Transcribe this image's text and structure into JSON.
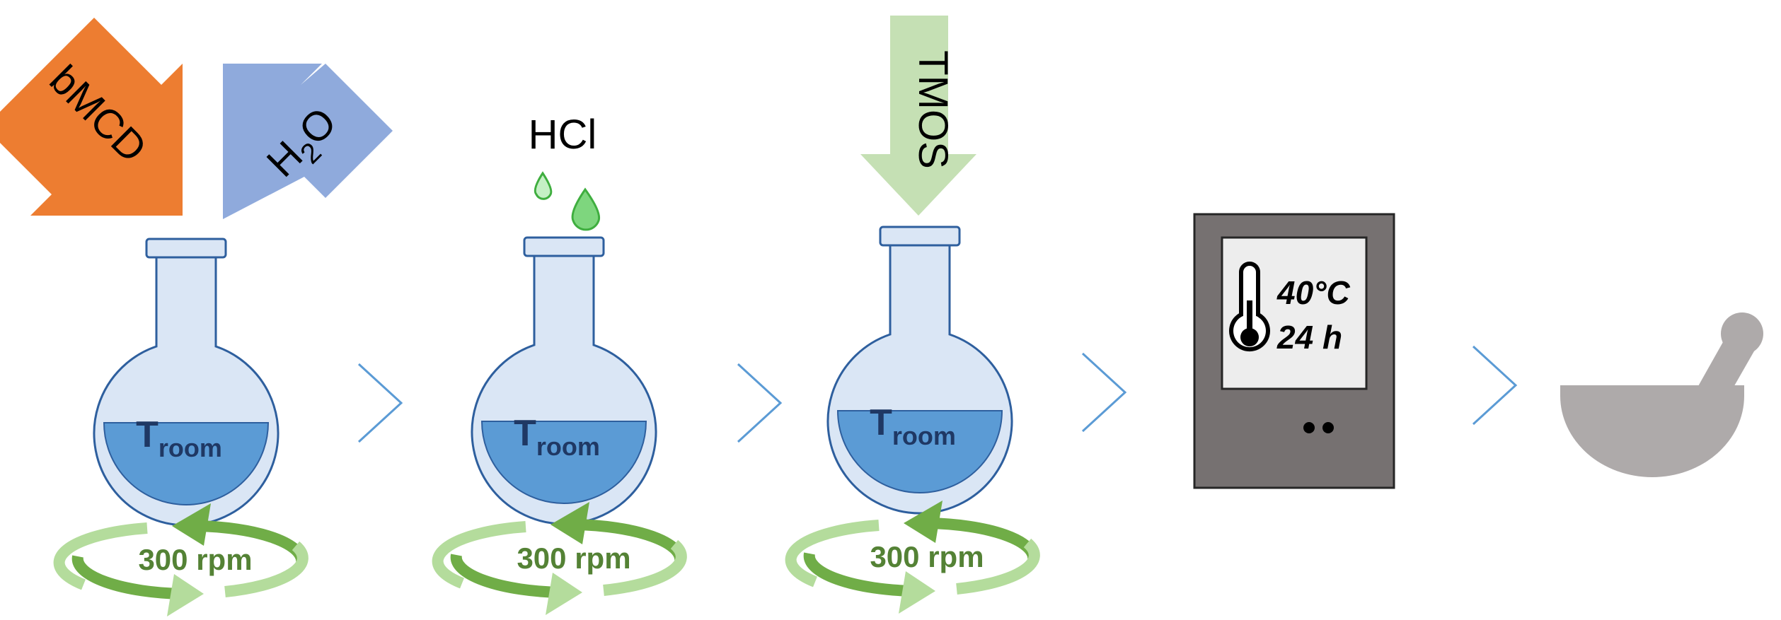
{
  "reagents": {
    "bmcd": "bMCD",
    "water_main": "H",
    "water_sub": "2",
    "water_tail": "O",
    "hcl": "HCl",
    "tmos": "TMOS"
  },
  "flasks": [
    {
      "main": "T",
      "sub": "room",
      "rpm": "300 rpm"
    },
    {
      "main": "T",
      "sub": "room",
      "rpm": "300 rpm"
    },
    {
      "main": "T",
      "sub": "room",
      "rpm": "300 rpm"
    }
  ],
  "oven": {
    "temperature": "40°C",
    "duration": "24 h"
  },
  "icons": {
    "oven": "oven-icon",
    "thermometer": "thermometer-icon",
    "mortar": "mortar-and-pestle-icon",
    "step_arrow": "chevron-right-icon"
  },
  "colors": {
    "bmcd_arrow": "#ed7d31",
    "water_arrow": "#8faadc",
    "tmos_arrow": "#c5e0b4",
    "hcl_drop": "#7ed67e",
    "flask_glass": "#dae6f5",
    "flask_liquid": "#5b9bd5",
    "flask_outline": "#2e5f9e",
    "stir_dark": "#70ad47",
    "stir_light": "#b4dc9c",
    "rpm_text": "#548235",
    "oven_body": "#767171",
    "mortar": "#aeaaaa",
    "chevron": "#5b9bd5"
  }
}
